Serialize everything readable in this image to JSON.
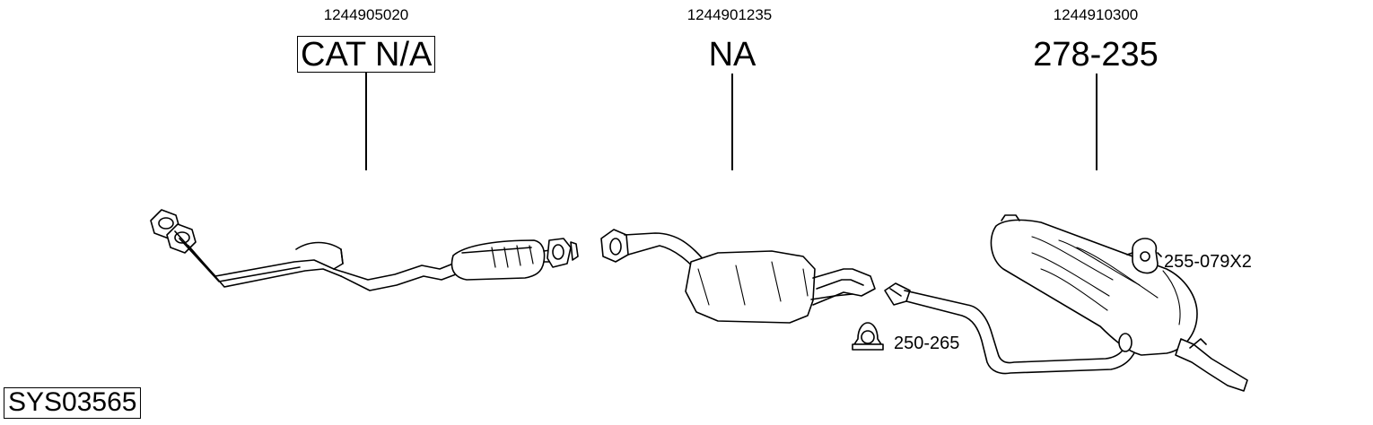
{
  "parts": [
    {
      "oe_number": "1244905020",
      "ref": "CAT N/A",
      "boxed": true
    },
    {
      "oe_number": "1244901235",
      "ref": "NA",
      "boxed": false
    },
    {
      "oe_number": "1244910300",
      "ref": "278-235",
      "boxed": false
    }
  ],
  "accessories": {
    "clamp_ref": "250-265",
    "hanger_ref": "255-079X2"
  },
  "system_id": "SYS03565"
}
